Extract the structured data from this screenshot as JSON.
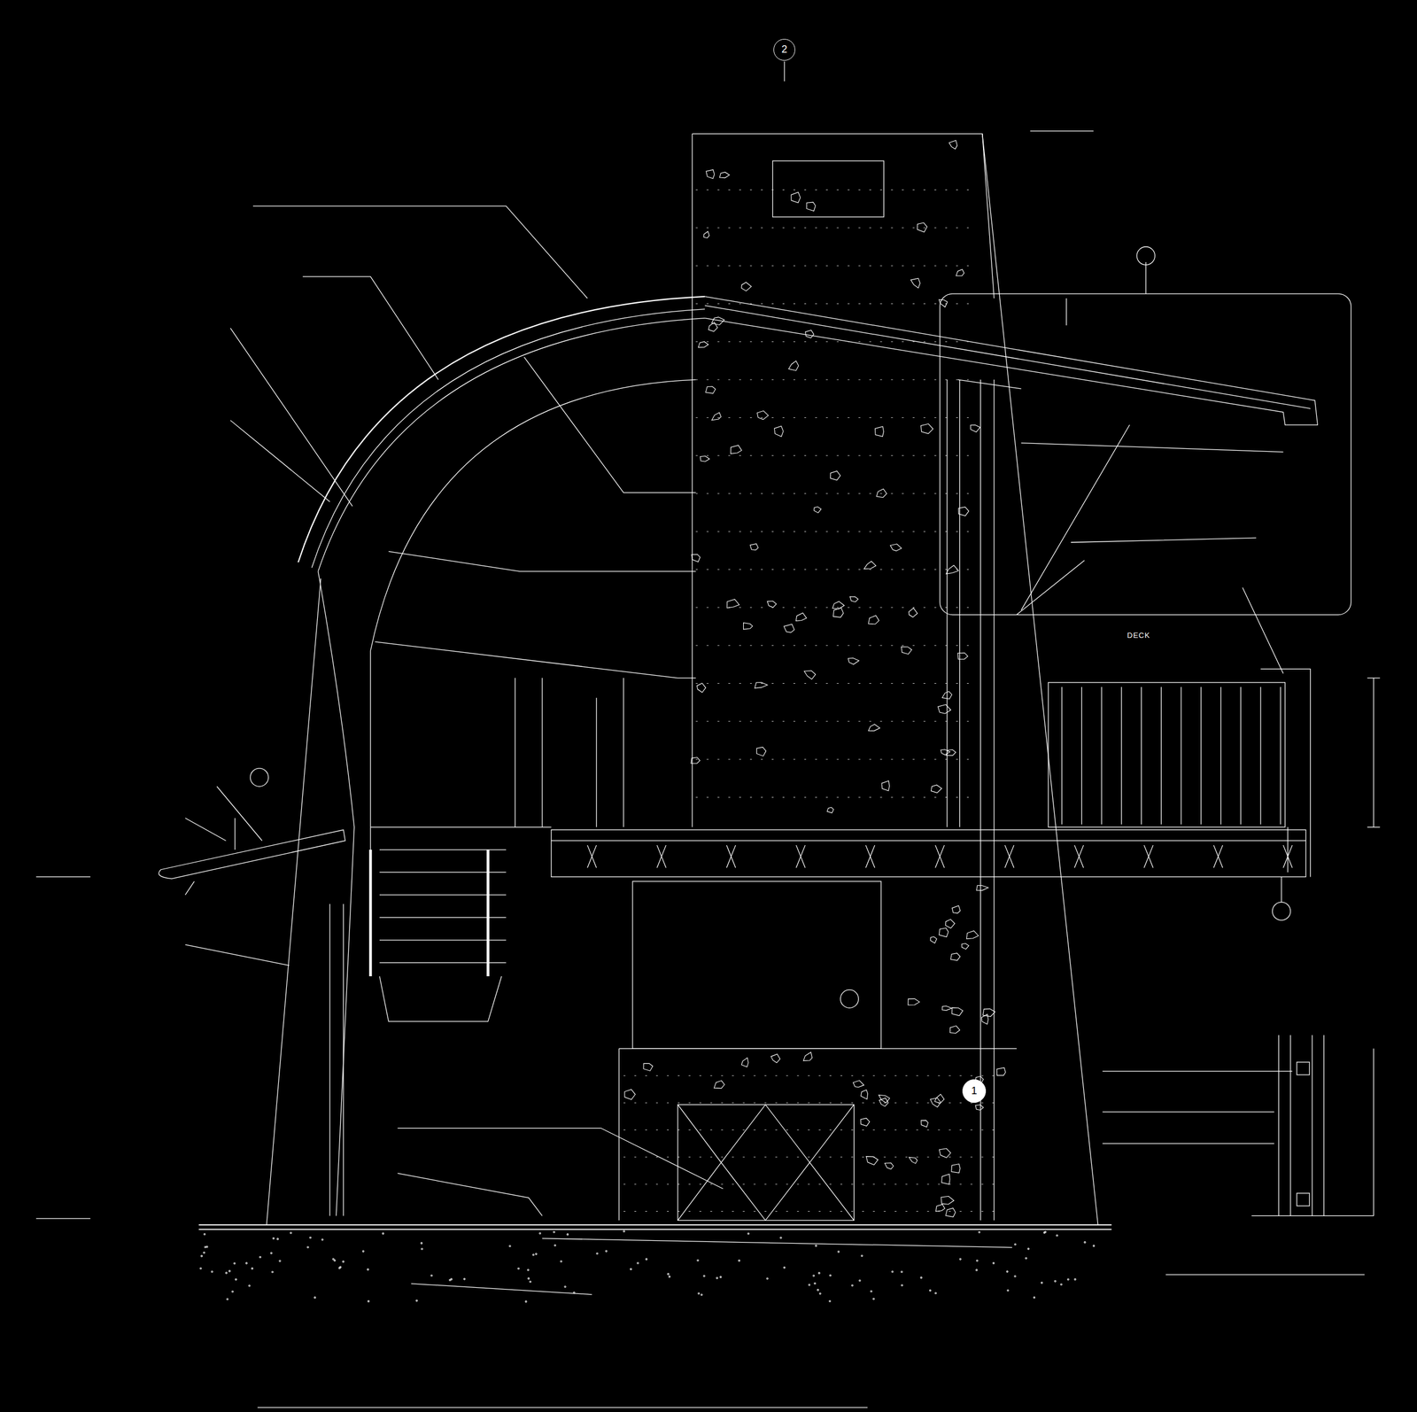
{
  "diagram": {
    "nodes": [
      {
        "text": [
          "2"
        ]
      },
      {
        "text": [
          "1"
        ]
      }
    ],
    "labels": [
      "DECK"
    ]
  }
}
